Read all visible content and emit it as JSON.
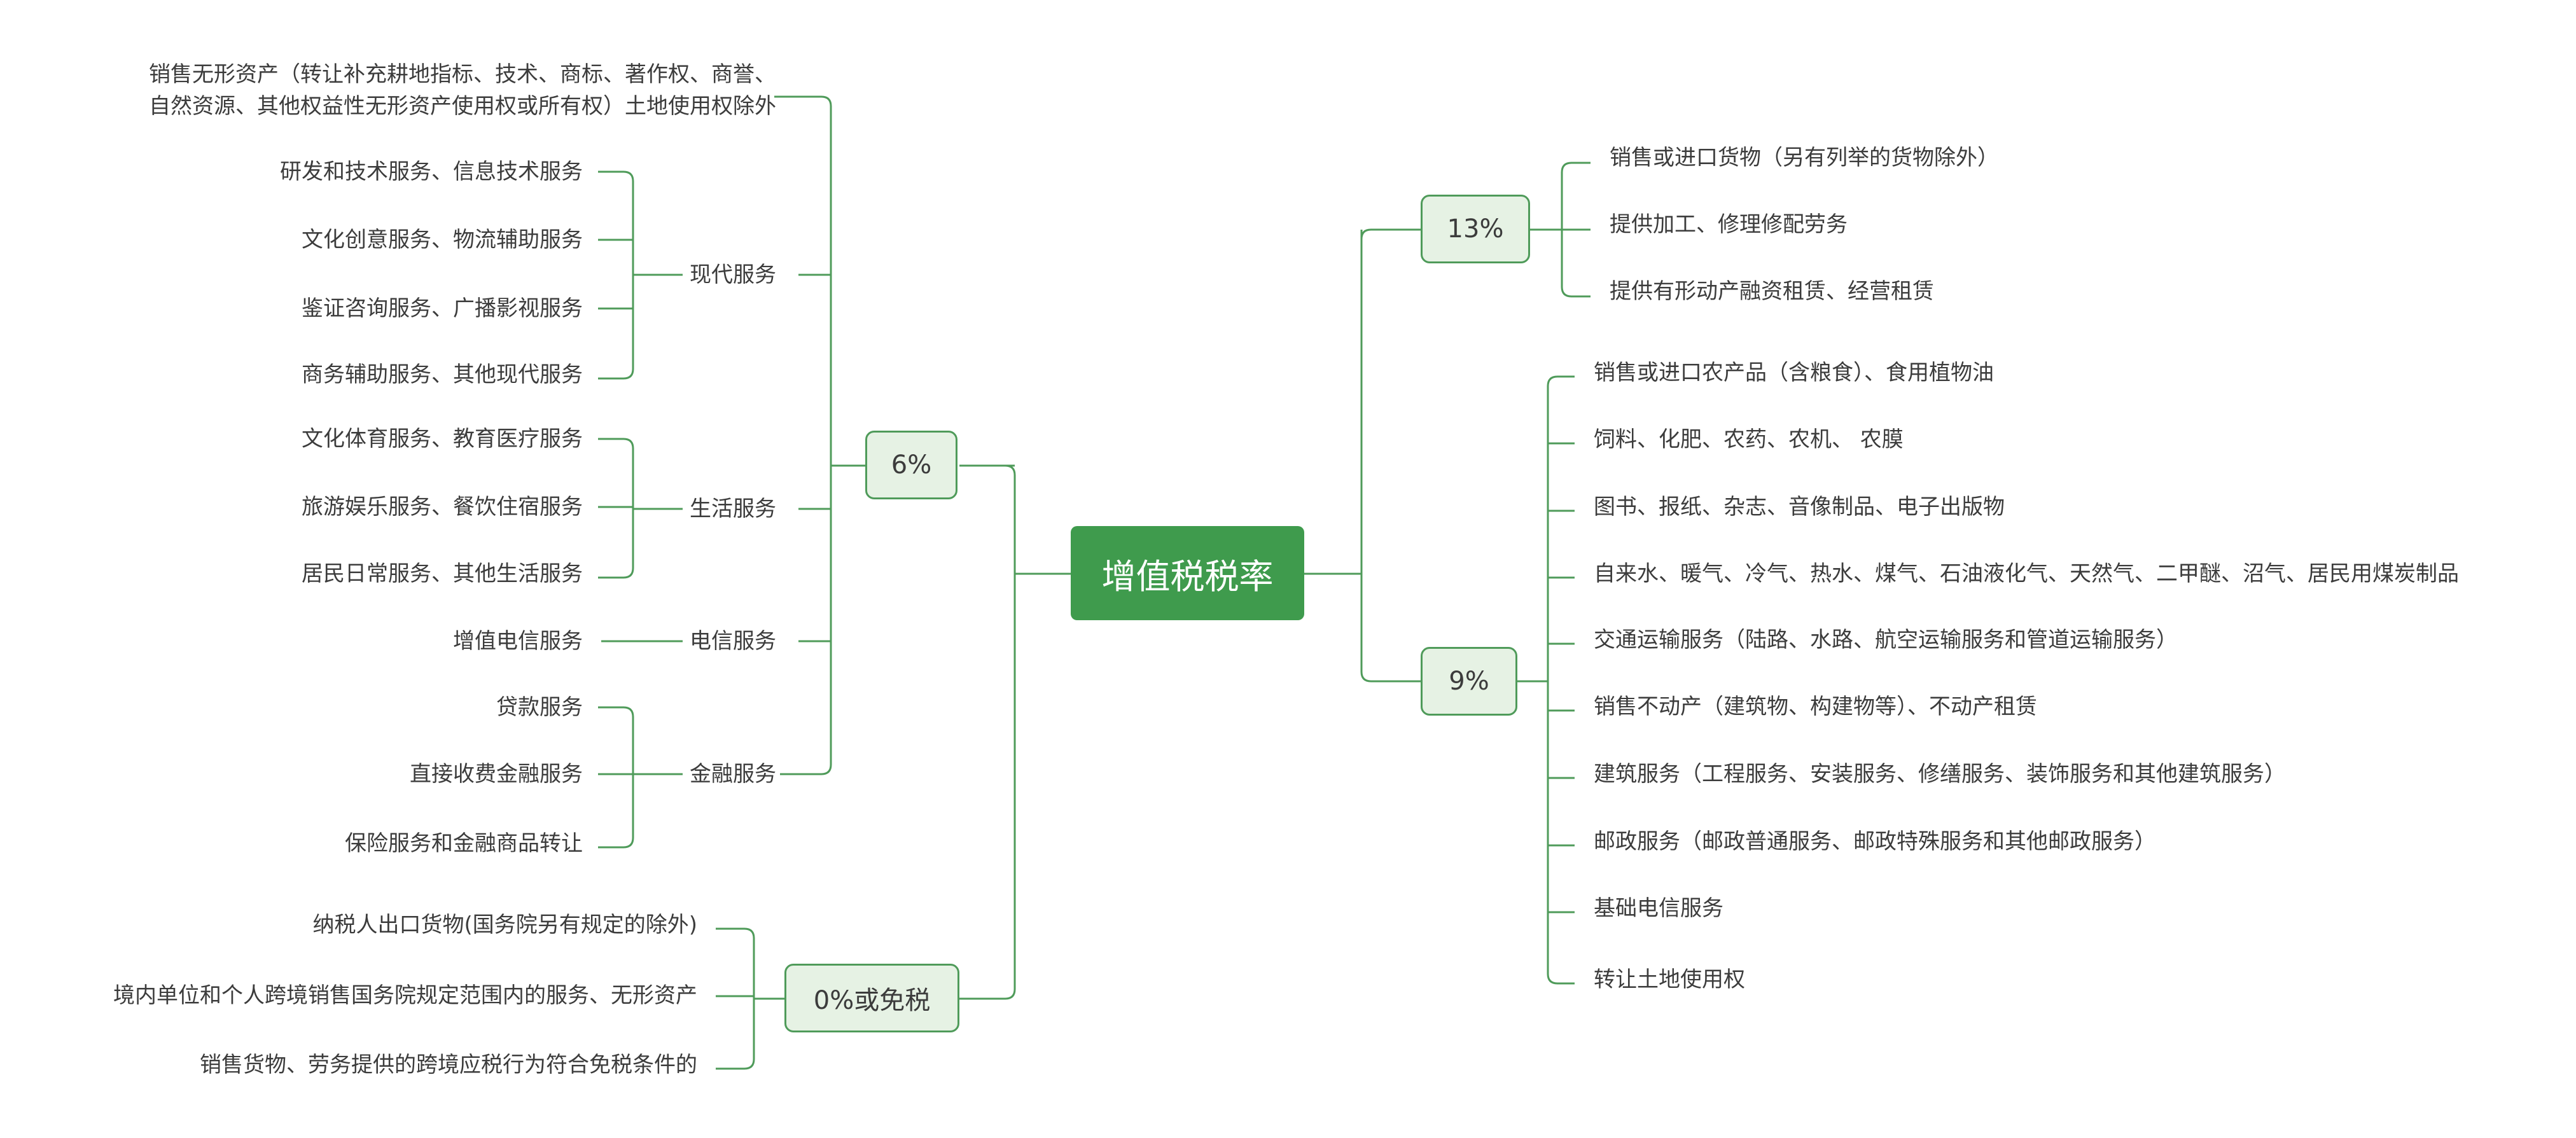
{
  "colors": {
    "root_fill": "#3f9b4d",
    "branch_fill": "#e6f2e4",
    "line": "#4f9b5a",
    "text": "#3c3c3c"
  },
  "root": "增值税税率",
  "branches": {
    "r13": {
      "label": "13%",
      "items": [
        "销售或进口货物（另有列举的货物除外）",
        "提供加工、修理修配劳务",
        "提供有形动产融资租赁、经营租赁"
      ]
    },
    "r9": {
      "label": "9%",
      "items": [
        "销售或进口农产品（含粮食）、食用植物油",
        "饲料、化肥、农药、农机、 农膜",
        "图书、报纸、杂志、音像制品、电子出版物",
        "自来水、暖气、冷气、热水、煤气、石油液化气、天然气、二甲醚、沼气、居民用煤炭制品",
        "交通运输服务（陆路、水路、航空运输服务和管道运输服务）",
        "销售不动产（建筑物、构建物等）、不动产租赁",
        "建筑服务（工程服务、安装服务、修缮服务、装饰服务和其他建筑服务）",
        "邮政服务（邮政普通服务、邮政特殊服务和其他邮政服务）",
        "基础电信服务",
        "转让土地使用权"
      ]
    },
    "r6": {
      "label": "6%",
      "intangible": {
        "line1": "销售无形资产（转让补充耕地指标、技术、商标、著作权、商誉、",
        "line2": "自然资源、其他权益性无形资产使用权或所有权）土地使用权除外"
      },
      "modern": {
        "label": "现代服务",
        "items": [
          "研发和技术服务、信息技术服务",
          "文化创意服务、物流辅助服务",
          "鉴证咨询服务、广播影视服务",
          "商务辅助服务、其他现代服务"
        ]
      },
      "life": {
        "label": "生活服务",
        "items": [
          "文化体育服务、教育医疗服务",
          "旅游娱乐服务、餐饮住宿服务",
          "居民日常服务、其他生活服务"
        ]
      },
      "telecom": {
        "label": "电信服务",
        "items": [
          "增值电信服务"
        ]
      },
      "finance": {
        "label": "金融服务",
        "items": [
          "贷款服务",
          "直接收费金融服务",
          "保险服务和金融商品转让"
        ]
      }
    },
    "r0": {
      "label": "0%或免税",
      "items": [
        "纳税人出口货物(国务院另有规定的除外)",
        "境内单位和个人跨境销售国务院规定范围内的服务、无形资产",
        "销售货物、劳务提供的跨境应税行为符合免税条件的"
      ]
    }
  }
}
